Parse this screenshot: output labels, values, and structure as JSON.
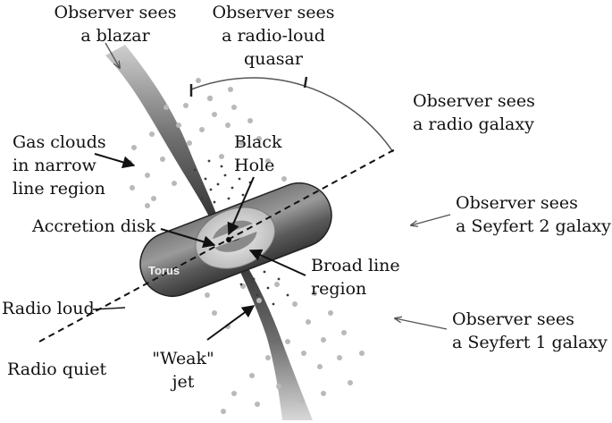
{
  "labels": {
    "blazar": [
      "Observer sees",
      "a blazar"
    ],
    "radio_loud_quasar": [
      "Observer sees",
      "a radio-loud",
      "quasar"
    ],
    "radio_galaxy": [
      "Observer sees",
      "a radio galaxy"
    ],
    "gas_clouds": [
      "Gas clouds",
      "in narrow",
      "line region"
    ],
    "black_hole": [
      "Black",
      "Hole"
    ],
    "seyfert2": [
      "Observer sees",
      "a Seyfert 2 galaxy"
    ],
    "accretion_disk": "Accretion disk",
    "torus": "Torus",
    "broad_line": [
      "Broad line",
      "region"
    ],
    "radio_loud": "Radio loud",
    "radio_quiet": "Radio quiet",
    "seyfert1": [
      "Observer sees",
      "a Seyfert 1 galaxy"
    ],
    "weak_jet": [
      "\"Weak\"",
      "jet"
    ]
  },
  "colors": {
    "ink": "#111111",
    "torus_dark": "#5a5a5a",
    "torus_light": "#d0d0d0",
    "jet": "#3a3a3a",
    "clouds": "#b5b5b5"
  }
}
